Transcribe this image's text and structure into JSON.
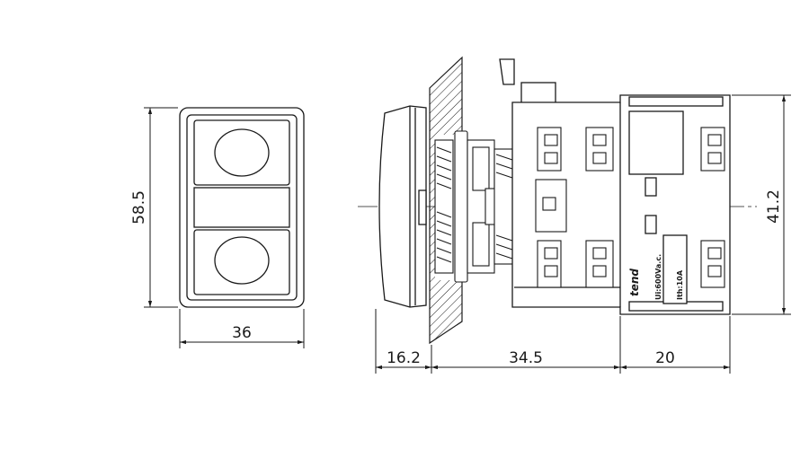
{
  "dimensions": {
    "front_height": "58.5",
    "front_width": "36",
    "bezel_depth": "16.2",
    "body_depth": "34.5",
    "contact_block_depth": "20",
    "side_height": "41.2"
  },
  "markings": {
    "brand": "tend",
    "voltage": "Ui:600Va.c.",
    "current": "Ith:10A"
  }
}
